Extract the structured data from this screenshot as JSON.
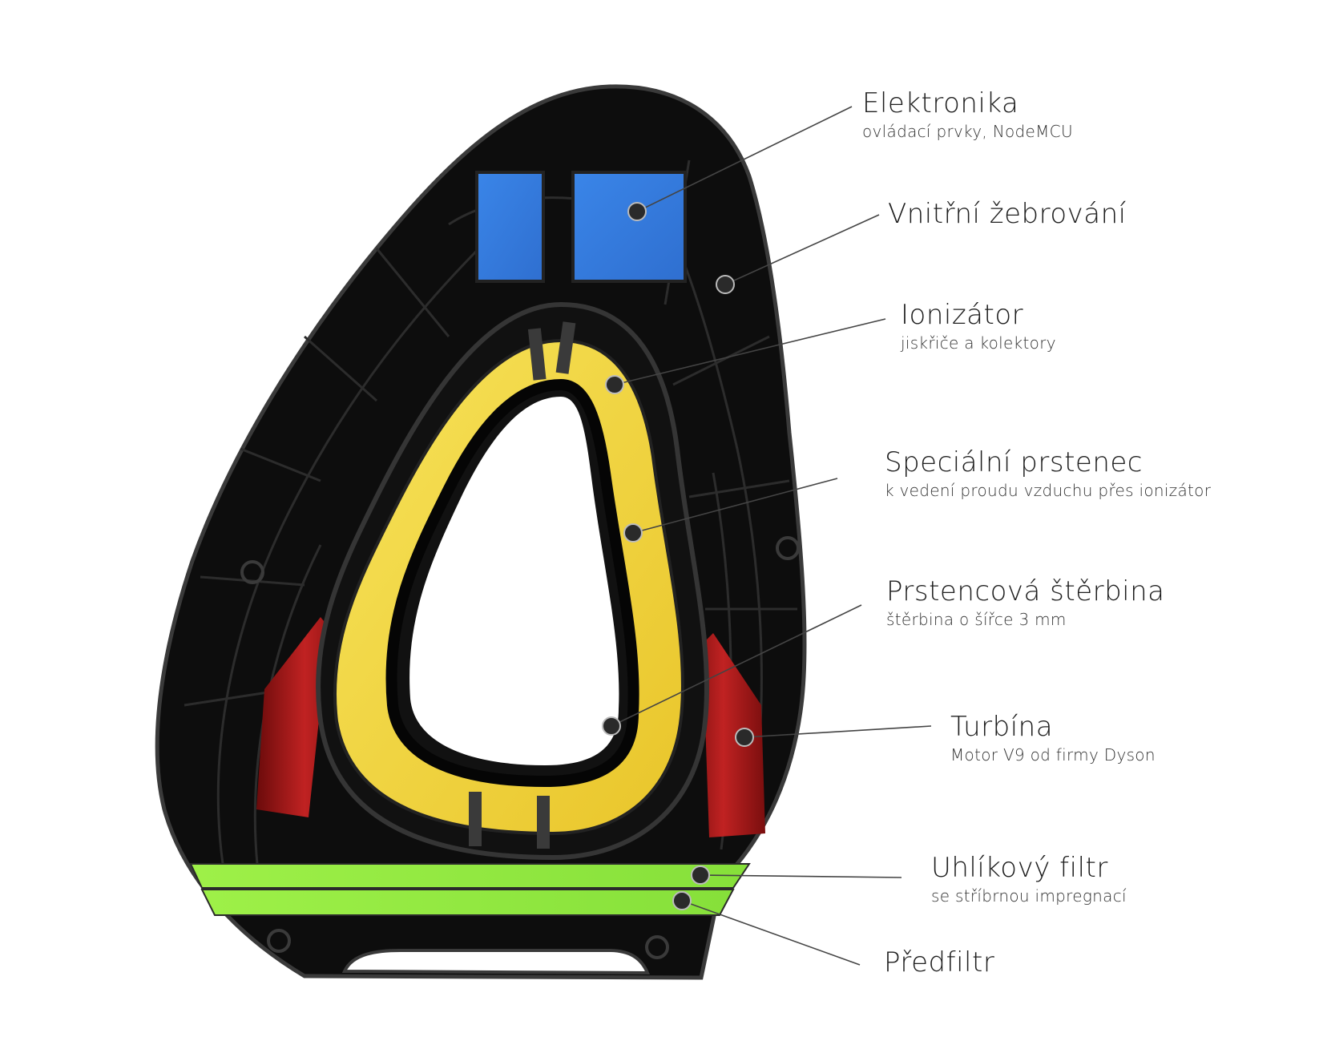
{
  "labels": [
    {
      "id": "elektronika",
      "title": "Elektronika",
      "subtitle": "ovládací prvky, NodeMCU"
    },
    {
      "id": "zebrovani",
      "title": "Vnitřní žebrování",
      "subtitle": ""
    },
    {
      "id": "ionizator",
      "title": "Ionizátor",
      "subtitle": "jiskřiče a kolektory"
    },
    {
      "id": "prstenec",
      "title": "Speciální prstenec",
      "subtitle": "k vedení proudu vzduchu přes ionizátor"
    },
    {
      "id": "sterbina",
      "title": "Prstencová štěrbina",
      "subtitle": "štěrbina o šířce 3 mm"
    },
    {
      "id": "turbina",
      "title": "Turbína",
      "subtitle": "Motor V9 od firmy Dyson"
    },
    {
      "id": "uhlikovy",
      "title": "Uhlíkový filtr",
      "subtitle": "se stříbrnou impregnací"
    },
    {
      "id": "predfiltr",
      "title": "Předfiltr",
      "subtitle": ""
    }
  ],
  "colors": {
    "housing": "#0d0d0d",
    "electronics": "#3a7fe0",
    "ionizer_ring": "#f2d43a",
    "turbine": "#a01818",
    "carbon_filter": "#8fe840",
    "leader_line": "#444444"
  }
}
